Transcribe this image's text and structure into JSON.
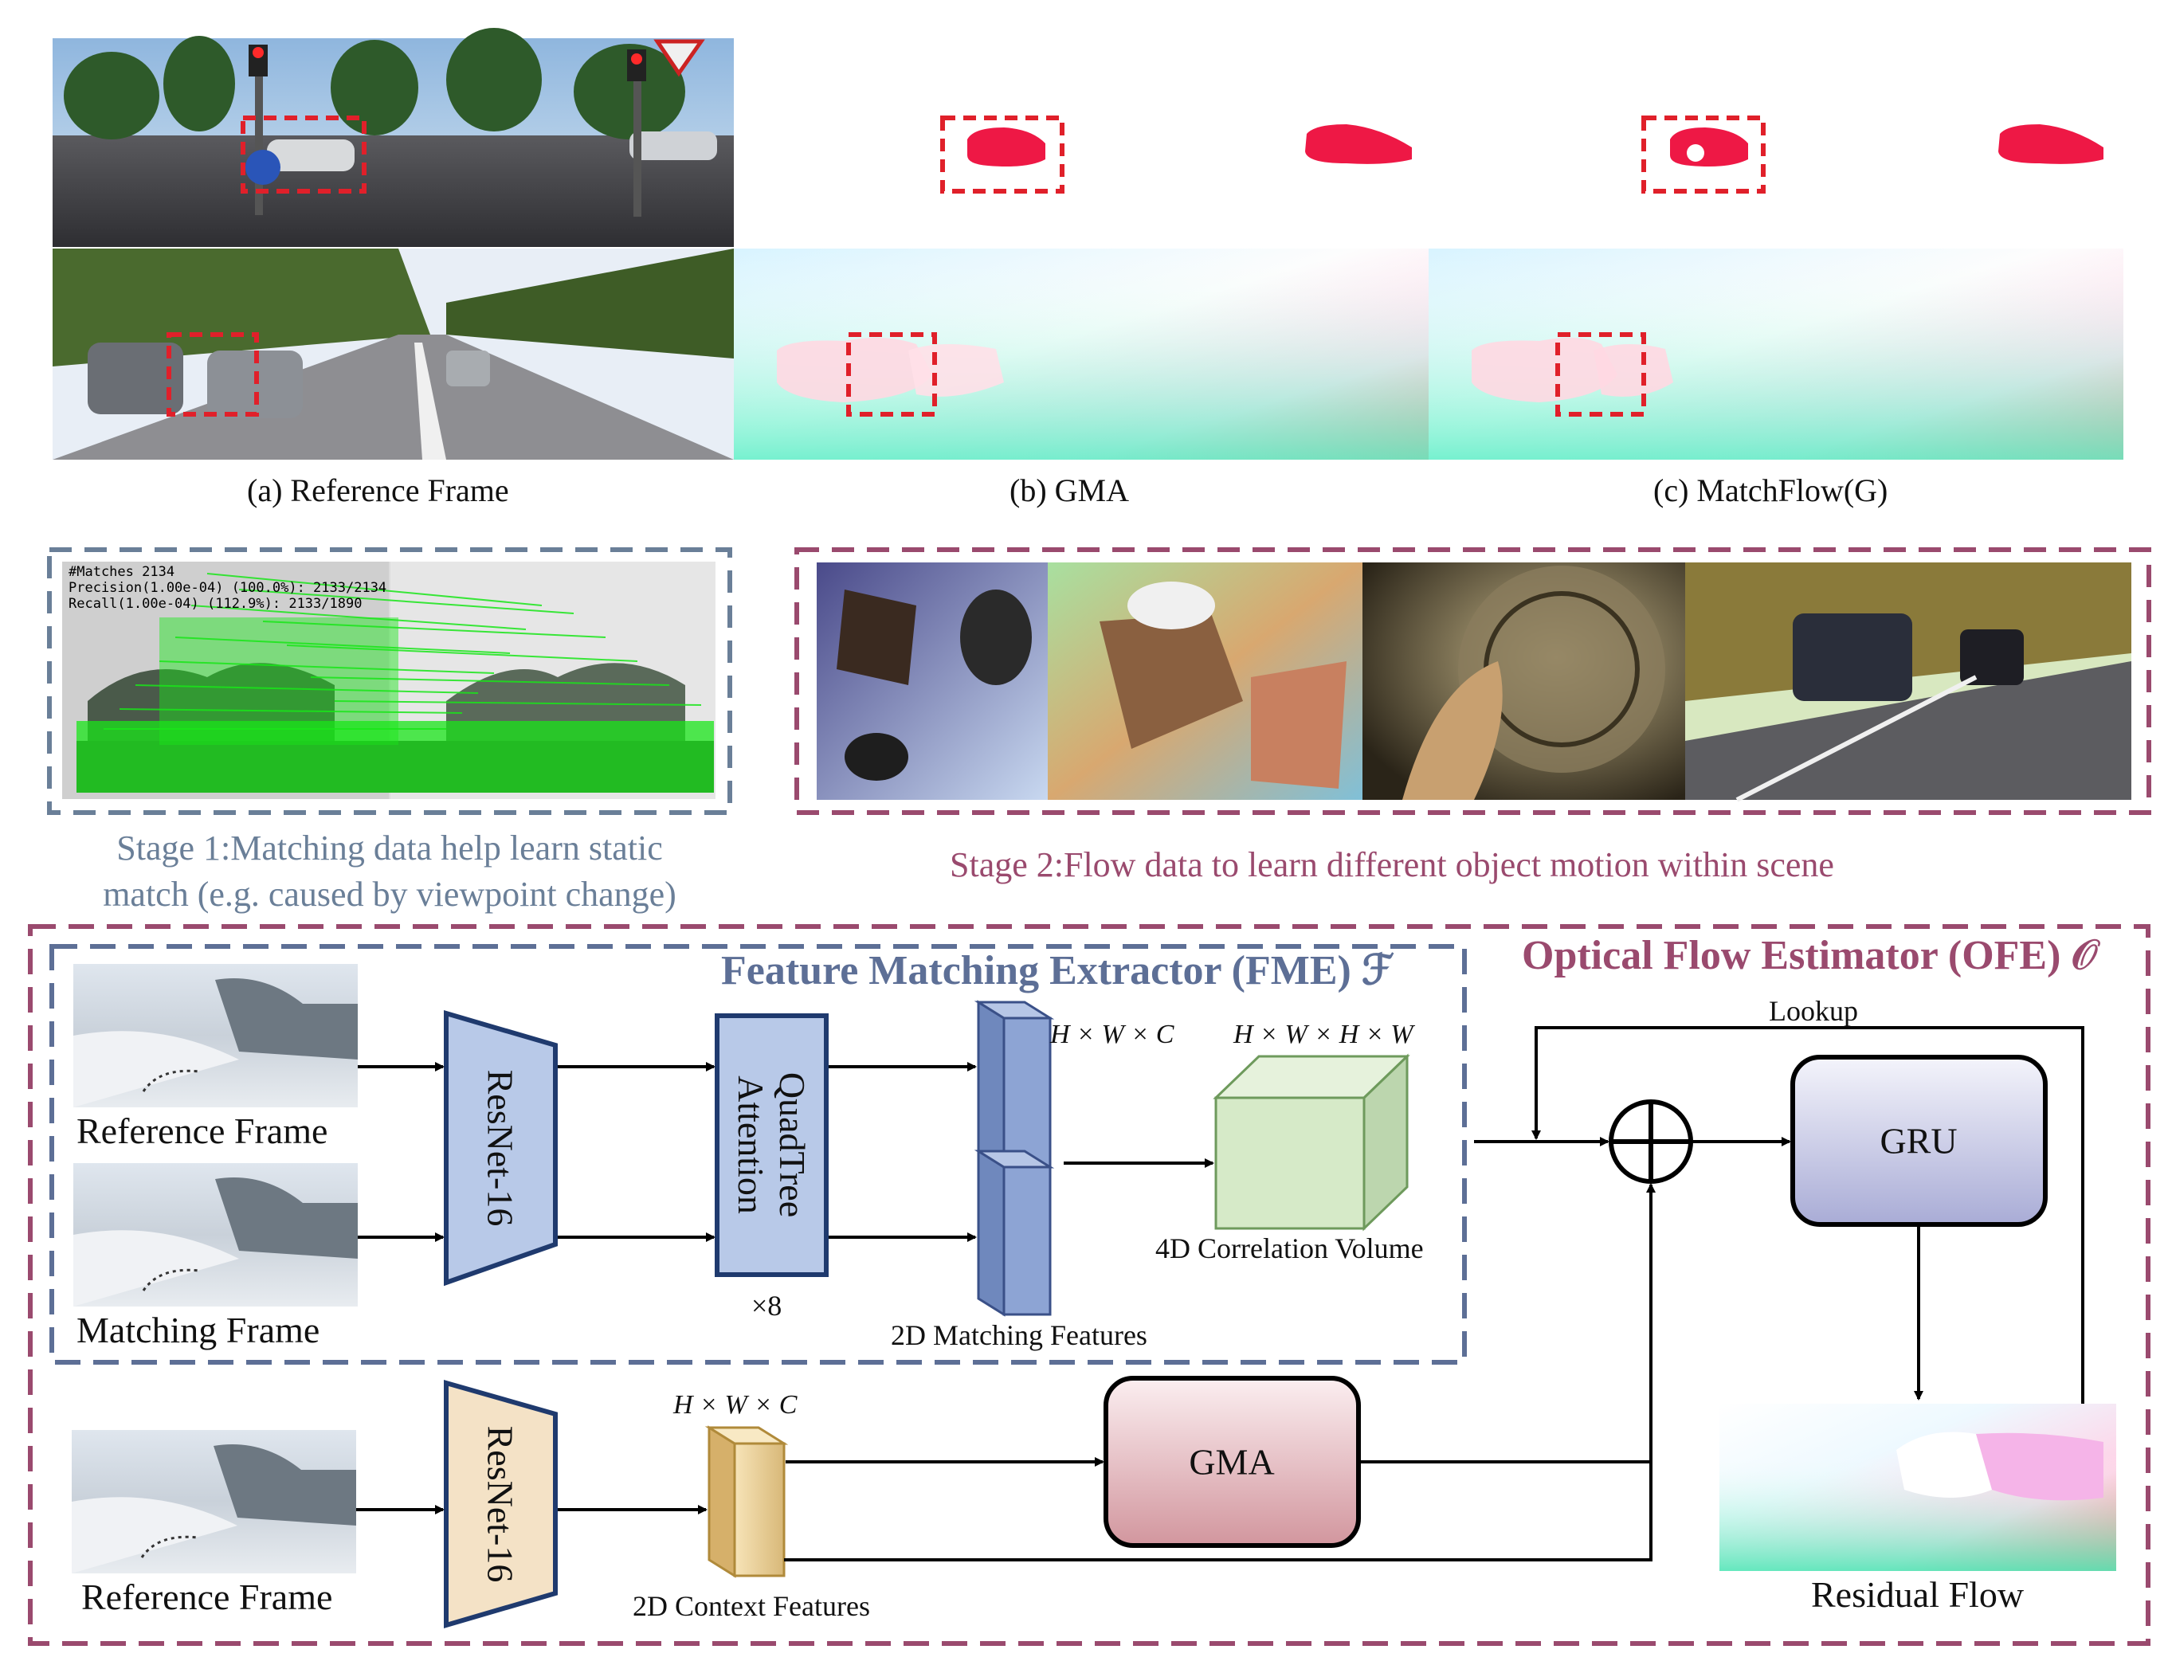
{
  "top_row": {
    "captions": [
      "(a) Reference Frame",
      "(b) GMA",
      "(c) MatchFlow(G)"
    ]
  },
  "stage1": {
    "caption_line1": "Stage 1:Matching data help learn static",
    "caption_line2": "match (e.g. caused by viewpoint change)",
    "overlay": [
      "#Matches 2134",
      "Precision(1.00e-04) (100.0%): 2133/2134",
      "Recall(1.00e-04) (112.9%): 2133/1890"
    ]
  },
  "stage2": {
    "caption": "Stage 2:Flow data to learn different object motion within scene"
  },
  "fme": {
    "title": "Feature Matching Extractor (FME) ℱ",
    "reference_frame": "Reference Frame",
    "matching_frame": "Matching Frame",
    "resnet": "ResNet-16",
    "quadtree_line1": "QuadTree",
    "quadtree_line2": "Attention",
    "repeat": "×8",
    "feat_dims": "H × W × C",
    "corr_dims": "H × W × H × W",
    "corr_label": "4D Correlation Volume",
    "matching_features": "2D Matching Features"
  },
  "ofe": {
    "title": "Optical Flow Estimator (OFE) 𝒪",
    "lookup": "Lookup",
    "gru": "GRU",
    "gma": "GMA",
    "context_dims": "H × W × C",
    "context_features": "2D Context Features",
    "reference_frame": "Reference Frame",
    "resnet": "ResNet-16",
    "residual_flow": "Residual Flow"
  },
  "colors": {
    "fme_border": "#5d6f96",
    "ofe_border": "#9a4a6e",
    "red_dash": "#e0202a",
    "resnet_blue": "#b5c7e6",
    "resnet_tan": "#f2e0c4",
    "gru_fill": "#b6b8de",
    "gma_fill": "#d9a0a8",
    "corr_green": "#d8ead0"
  }
}
